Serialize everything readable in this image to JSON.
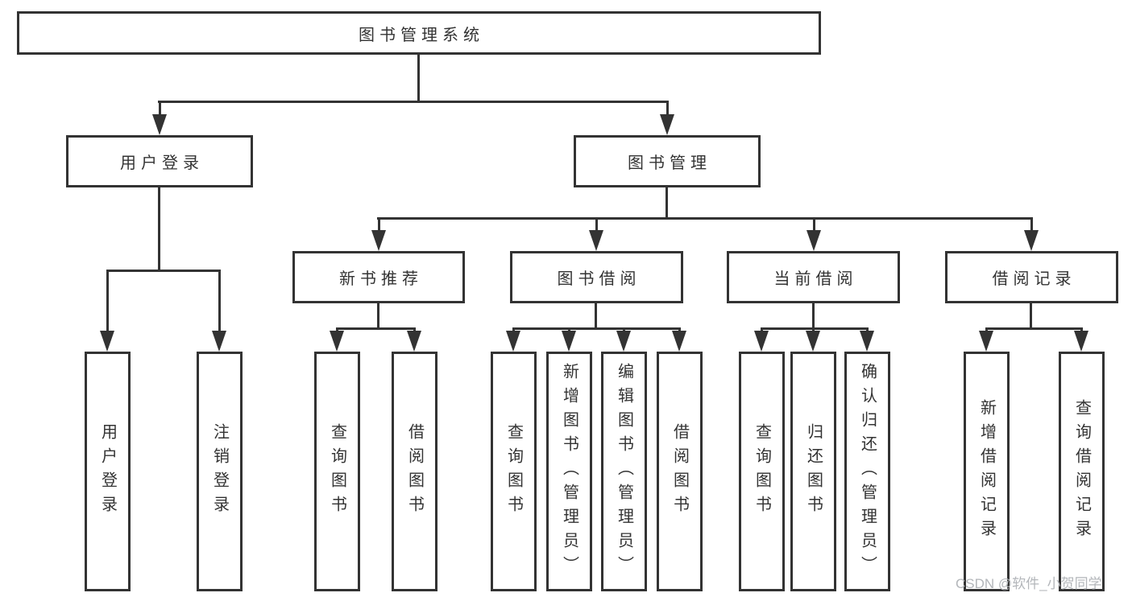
{
  "tree": {
    "label": "图书管理系统",
    "children": [
      {
        "label": "用户登录",
        "children": [
          {
            "label": "用户登录"
          },
          {
            "label": "注销登录"
          }
        ]
      },
      {
        "label": "图书管理",
        "children": [
          {
            "label": "新书推荐",
            "children": [
              {
                "label": "查询图书"
              },
              {
                "label": "借阅图书"
              }
            ]
          },
          {
            "label": "图书借阅",
            "children": [
              {
                "label": "查询图书"
              },
              {
                "label": "新增图书（管理员）"
              },
              {
                "label": "编辑图书（管理员）"
              },
              {
                "label": "借阅图书"
              }
            ]
          },
          {
            "label": "当前借阅",
            "children": [
              {
                "label": "查询图书"
              },
              {
                "label": "归还图书"
              },
              {
                "label": "确认归还（管理员）"
              }
            ]
          },
          {
            "label": "借阅记录",
            "children": [
              {
                "label": "新增借阅记录"
              },
              {
                "label": "查询借阅记录"
              }
            ]
          }
        ]
      }
    ]
  },
  "watermark": {
    "text": "CSDN @软件_小贺同学"
  },
  "colors": {
    "line": "#333333",
    "box_border": "#333333",
    "box_background": "#ffffff",
    "label_text": "#333333",
    "watermark_text": "#b3b6ba"
  }
}
